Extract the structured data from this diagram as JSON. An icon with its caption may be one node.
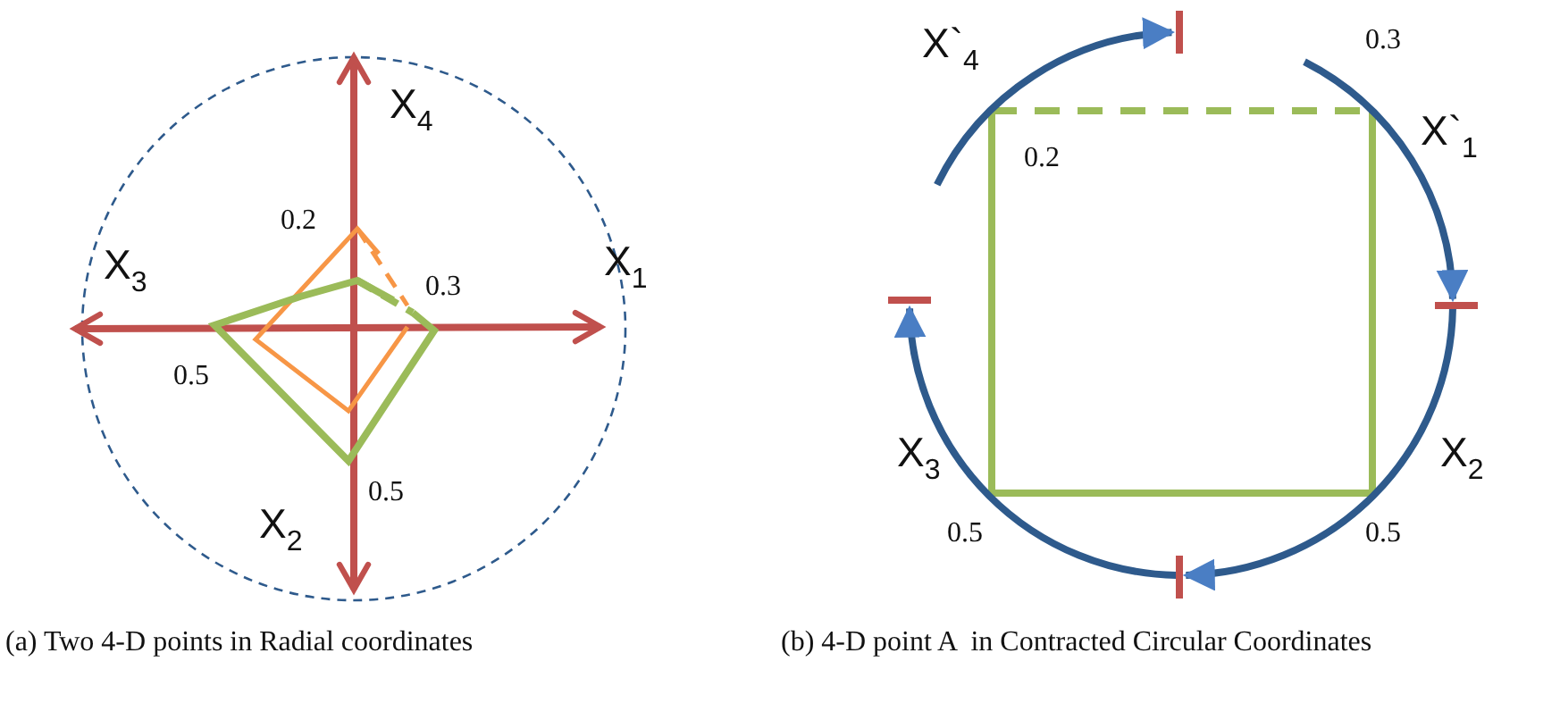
{
  "diagram": {
    "labels": [
      "X$_{4}$",
      "0.2",
      "X$_{1}$",
      "X$_{3}$",
      "0.3",
      "0.5",
      "0.5",
      "X$_{2}$",
      "(a) Two 4-D points in Radial coordinates",
      "X`$_{4}$",
      "0.3",
      "0.2",
      "X`$_{1}$",
      "X$_{3}$",
      "X$_{2}$",
      "0.5",
      "0.5",
      "(b) 4-D point A  in Contracted Circular Coordinates"
    ]
  }
}
